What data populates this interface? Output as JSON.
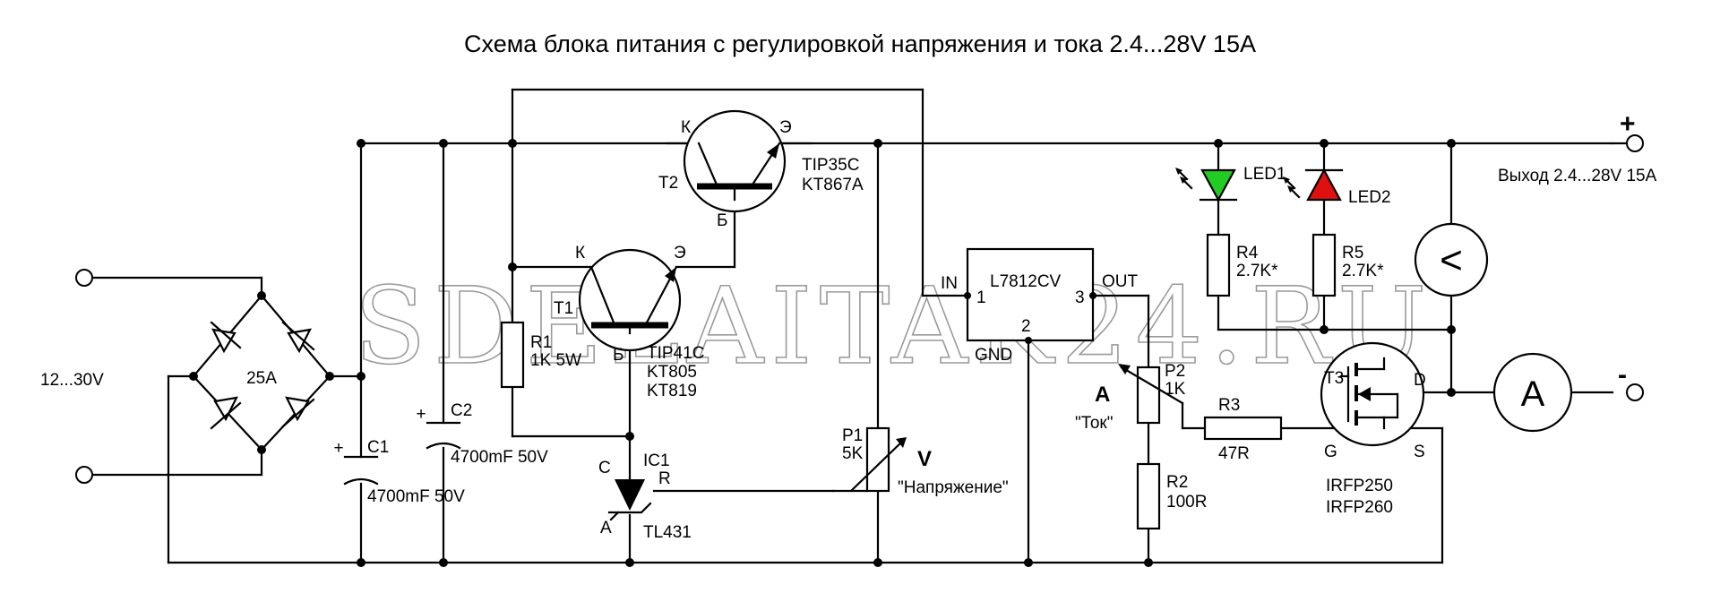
{
  "title": "Схема блока питания с регулировкой напряжения и тока 2.4...28V 15A",
  "watermark": "SDELAITAK24.RU",
  "input_voltage": "12...30V",
  "bridge_rating": "25A",
  "output_label": "Выход 2.4...28V 15A",
  "plus": "+",
  "minus": "-",
  "C1": {
    "name": "C1",
    "value": "4700mF 50V"
  },
  "C2": {
    "name": "C2",
    "value": "4700mF 50V"
  },
  "R1": {
    "name": "R1",
    "value": "1K 5W"
  },
  "T1": {
    "name": "T1",
    "models": [
      "TIP41C",
      "KT805",
      "KT819"
    ],
    "pin_k": "К",
    "pin_e": "Э",
    "pin_b": "Б"
  },
  "T2": {
    "name": "T2",
    "models": [
      "TIP35C",
      "KT867A"
    ],
    "pin_k": "К",
    "pin_e": "Э",
    "pin_b": "Б"
  },
  "IC1": {
    "name": "IC1",
    "model": "TL431",
    "pin_c": "C",
    "pin_r": "R",
    "pin_a": "A"
  },
  "P1": {
    "name": "P1",
    "value": "5K",
    "symbol": "V",
    "caption": "\"Напряжение\""
  },
  "U1": {
    "model": "L7812CV",
    "pin_in": "IN",
    "pin_out": "OUT",
    "pin_gnd": "GND",
    "n1": "1",
    "n2": "2",
    "n3": "3"
  },
  "P2": {
    "name": "P2",
    "value": "1K",
    "symbol": "A",
    "caption": "\"Ток\""
  },
  "R2": {
    "name": "R2",
    "value": "100R"
  },
  "R3": {
    "name": "R3",
    "value": "47R"
  },
  "R4": {
    "name": "R4",
    "value": "2.7K*"
  },
  "R5": {
    "name": "R5",
    "value": "2.7K*"
  },
  "LED1": {
    "name": "LED1",
    "color": "#22cc22"
  },
  "LED2": {
    "name": "LED2",
    "color": "#e01010"
  },
  "T3": {
    "name": "T3",
    "models": [
      "IRFP250",
      "IRFP260"
    ],
    "pin_d": "D",
    "pin_g": "G",
    "pin_s": "S"
  },
  "voltmeter_symbol": "<",
  "ammeter_symbol": "A"
}
